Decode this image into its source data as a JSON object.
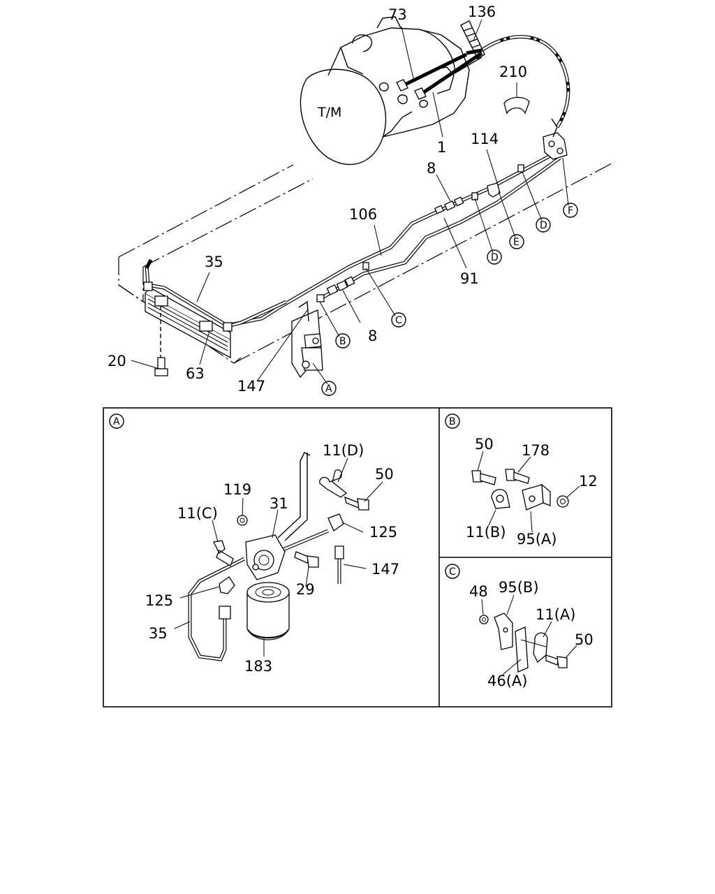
{
  "main_view": {
    "transmission_label": "T/M",
    "labels": {
      "p73": "73",
      "p136": "136",
      "p210": "210",
      "p1": "1",
      "p114": "114",
      "p8_top": "8",
      "p106": "106",
      "p35": "35",
      "p91": "91",
      "p8_bottom": "8",
      "p20": "20",
      "p63": "63",
      "p147": "147"
    },
    "callouts": {
      "A": "A",
      "B": "B",
      "C": "C",
      "D1": "D",
      "D2": "D",
      "E": "E",
      "F": "F"
    }
  },
  "detail_A": {
    "title": "A",
    "labels": {
      "p11D": "11(D)",
      "p50": "50",
      "p119": "119",
      "p31": "31",
      "p11C": "11(C)",
      "p125_right": "125",
      "p147": "147",
      "p29": "29",
      "p125_left": "125",
      "p35": "35",
      "p183": "183"
    }
  },
  "detail_B": {
    "title": "B",
    "labels": {
      "p50": "50",
      "p178": "178",
      "p12": "12",
      "p11B": "11(B)",
      "p95A": "95(A)"
    }
  },
  "detail_C": {
    "title": "C",
    "labels": {
      "p48": "48",
      "p95B": "95(B)",
      "p11A": "11(A)",
      "p50": "50",
      "p46A": "46(A)"
    }
  }
}
